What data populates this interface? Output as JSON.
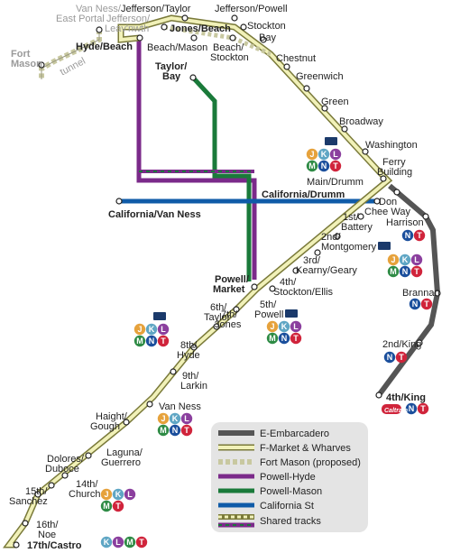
{
  "colors": {
    "e_embarcadero": "#555555",
    "f_market": "#f1f1b8",
    "f_market_edge": "#7a7a3a",
    "fort_mason": "#c8c8a0",
    "powell_hyde": "#7b2a8a",
    "powell_mason": "#1a7a3a",
    "california": "#0f5ba8",
    "route_J": "#e6a23c",
    "route_K": "#5fa6c4",
    "route_L": "#8b3f9e",
    "route_M": "#2e8b45",
    "route_N": "#1b4f9c",
    "route_T": "#d0243b",
    "legend_bg": "#e4e4e4"
  },
  "stations": {
    "van_ness_east_portal": "Van Ness/\nEast Portal",
    "fort_mason": "Fort\nMason",
    "tunnel": "tunnel",
    "jefferson_leav": "Jefferson/\nLeav'nwth",
    "jefferson_taylor": "Jefferson/Taylor",
    "jefferson_powell": "Jefferson/Powell",
    "hyde_beach": "Hyde/Beach",
    "jones_beach": "Jones/Beach",
    "beach_mason": "Beach/Mason",
    "beach_stockton": "Beach/\nStockton",
    "stockton": "Stockton",
    "bay": "Bay",
    "chestnut": "Chestnut",
    "greenwich": "Greenwich",
    "green": "Green",
    "broadway": "Broadway",
    "washington": "Washington",
    "ferry_building": "Ferry\nBuilding",
    "taylor_bay": "Taylor/\nBay",
    "main_drumm": "Main/Drumm",
    "california_drumm": "California/Drumm",
    "california_van_ness": "California/Van Ness",
    "don_chee_way": "Don\nChee Way",
    "harrison": "Harrison",
    "first_battery": "1st/\nBattery",
    "second_montgomery": "2nd/\nMontgomery",
    "third_kearny": "3rd/\nKearny/Geary",
    "fourth_stockton": "4th/\nStockton/Ellis",
    "powell_market": "Powell/\nMarket",
    "fifth_powell": "5th/\nPowell",
    "sixth_taylor": "6th/\nTaylor",
    "seventh_jones": "7th/\nJones",
    "eighth_hyde": "8th/\nHyde",
    "ninth_larkin": "9th/\nLarkin",
    "brannan": "Brannan",
    "second_king": "2nd/King",
    "fourth_king": "4th/King",
    "haight_gough": "Haight/\nGough",
    "van_ness": "Van Ness",
    "laguna_guerrero": "Laguna/\nGuerrero",
    "dolores_duboce": "Dolores/\nDuboce",
    "fifteenth_sanchez": "15th/\nSanchez",
    "fourteenth_church": "14th/\nChurch",
    "sixteenth_noe": "16th/\nNoe",
    "seventeenth_castro": "17th/Castro"
  },
  "routes": {
    "J": "J",
    "K": "K",
    "L": "L",
    "M": "M",
    "N": "N",
    "T": "T",
    "caltrain": "Caltrain"
  },
  "legend": {
    "e_embarcadero": "E-Embarcadero",
    "f_market": "F-Market & Wharves",
    "fort_mason": "Fort Mason (proposed)",
    "powell_hyde": "Powell-Hyde",
    "powell_mason": "Powell-Mason",
    "california": "California St",
    "shared": "Shared tracks"
  }
}
